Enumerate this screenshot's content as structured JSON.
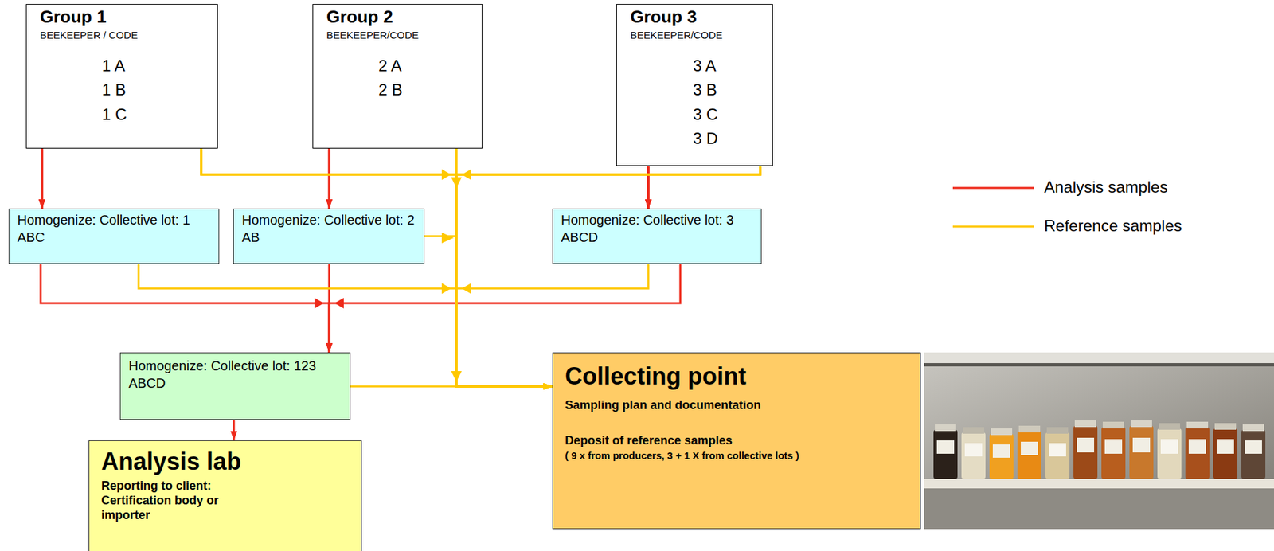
{
  "diagram": {
    "nodes": [
      {
        "text": [
          "Group 1",
          "BEEKEEPER / CODE"
        ]
      },
      {
        "text": [
          "1 A"
        ],
        "in": 0
      },
      {
        "text": [
          "1 B"
        ],
        "in": 0
      },
      {
        "text": [
          "1 C"
        ],
        "in": 0
      },
      {
        "text": [
          "Group 2",
          "BEEKEEPER/CODE"
        ]
      },
      {
        "text": [
          "2 A"
        ],
        "in": 4
      },
      {
        "text": [
          "2 B"
        ],
        "in": 4
      },
      {
        "text": [
          "Group 3",
          "BEEKEEPER/CODE"
        ]
      },
      {
        "text": [
          "3 A"
        ],
        "in": 7
      },
      {
        "text": [
          "3 B"
        ],
        "in": 7
      },
      {
        "text": [
          "3 C"
        ],
        "in": 7
      },
      {
        "text": [
          "3 D"
        ],
        "in": 7
      },
      {
        "text": [
          "Homogenize: Collective lot: 1 ABC"
        ]
      },
      {
        "text": [
          "Homogenize: Collective lot: 2 AB"
        ]
      },
      {
        "text": [
          "Homogenize: Collective lot: 3 ABCD"
        ]
      },
      {
        "text": [
          "Homogenize: Collective lot: 123 ABCD"
        ]
      },
      {
        "text": [
          "Analysis lab",
          "Reporting to client: Certification body or importer"
        ]
      },
      {
        "text": [
          "Collecting point",
          "Sampling plan and documentation",
          "Deposit of reference samples",
          "( 9 x from producers, 3 + 1 X from collective lots )"
        ]
      }
    ],
    "edges": [
      {
        "from": 1,
        "to": 12,
        "arrow": "to"
      },
      {
        "from": 2,
        "to": 12,
        "arrow": "to"
      },
      {
        "from": 3,
        "to": 12,
        "arrow": "to"
      },
      {
        "from": 5,
        "to": 13,
        "arrow": "to"
      },
      {
        "from": 6,
        "to": 13,
        "arrow": "to"
      },
      {
        "from": 8,
        "to": 14,
        "arrow": "to"
      },
      {
        "from": 9,
        "to": 14,
        "arrow": "to"
      },
      {
        "from": 10,
        "to": 14,
        "arrow": "to"
      },
      {
        "from": 11,
        "to": 14,
        "arrow": "to"
      },
      {
        "from": 12,
        "to": 15,
        "arrow": "to"
      },
      {
        "from": 13,
        "to": 15,
        "arrow": "to"
      },
      {
        "from": 14,
        "to": 15,
        "arrow": "to"
      },
      {
        "from": 15,
        "to": 16,
        "arrow": "to"
      },
      {
        "from": 1,
        "to": 17,
        "arrow": "to"
      },
      {
        "from": 2,
        "to": 17,
        "arrow": "to"
      },
      {
        "from": 3,
        "to": 17,
        "arrow": "to"
      },
      {
        "from": 5,
        "to": 17,
        "arrow": "to"
      },
      {
        "from": 6,
        "to": 17,
        "arrow": "to"
      },
      {
        "from": 8,
        "to": 17,
        "arrow": "to"
      },
      {
        "from": 9,
        "to": 17,
        "arrow": "to"
      },
      {
        "from": 10,
        "to": 17,
        "arrow": "to"
      },
      {
        "from": 11,
        "to": 17,
        "arrow": "to"
      },
      {
        "from": 12,
        "to": 17,
        "arrow": "to"
      },
      {
        "from": 13,
        "to": 17,
        "arrow": "to"
      },
      {
        "from": 14,
        "to": 17,
        "arrow": "to"
      },
      {
        "from": 15,
        "to": 17,
        "arrow": "to"
      }
    ],
    "legend": [
      {
        "text": "Analysis samples"
      },
      {
        "text": "Reference samples"
      }
    ]
  }
}
